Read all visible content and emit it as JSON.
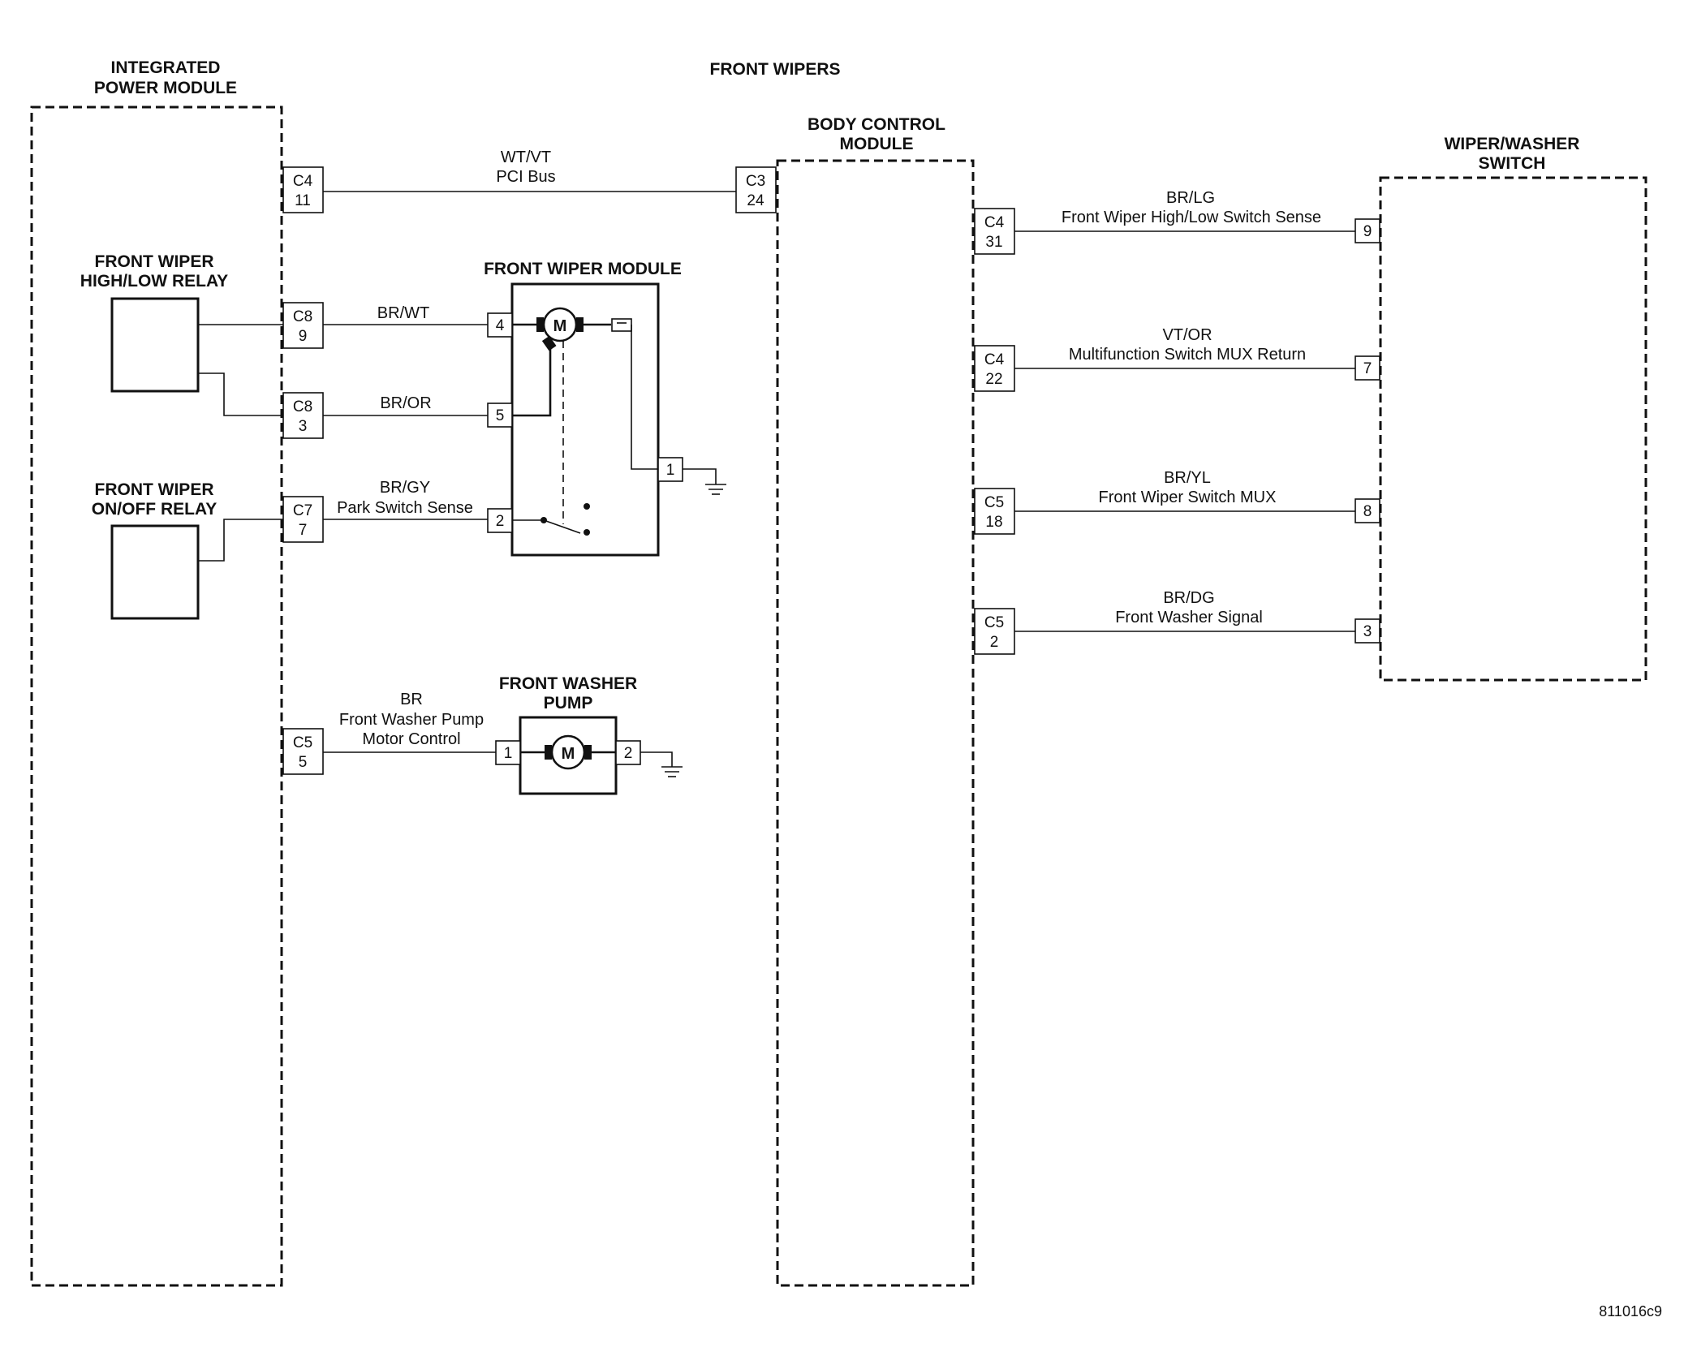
{
  "diagram": {
    "title": "FRONT WIPERS",
    "figure_id": "811016c9"
  },
  "modules": {
    "ipm": {
      "line1": "INTEGRATED",
      "line2": "POWER MODULE"
    },
    "bcm": {
      "line1": "BODY CONTROL",
      "line2": "MODULE"
    },
    "switch": {
      "line1": "WIPER/WASHER",
      "line2": "SWITCH"
    },
    "wiper_module": {
      "label": "FRONT WIPER MODULE"
    },
    "washer_pump": {
      "line1": "FRONT WASHER",
      "line2": "PUMP"
    },
    "hilo_relay": {
      "line1": "FRONT WIPER",
      "line2": "HIGH/LOW RELAY"
    },
    "onoff_relay": {
      "line1": "FRONT WIPER",
      "line2": "ON/OFF RELAY"
    }
  },
  "motor_symbol": "M",
  "connectors": {
    "ipm_c4_11": {
      "conn": "C4",
      "pin": "11"
    },
    "ipm_c8_9": {
      "conn": "C8",
      "pin": "9"
    },
    "ipm_c8_3": {
      "conn": "C8",
      "pin": "3"
    },
    "ipm_c7_7": {
      "conn": "C7",
      "pin": "7"
    },
    "ipm_c5_5": {
      "conn": "C5",
      "pin": "5"
    },
    "bcm_c3_24": {
      "conn": "C3",
      "pin": "24"
    },
    "bcm_c4_31": {
      "conn": "C4",
      "pin": "31"
    },
    "bcm_c4_22": {
      "conn": "C4",
      "pin": "22"
    },
    "bcm_c5_18": {
      "conn": "C5",
      "pin": "18"
    },
    "bcm_c5_2": {
      "conn": "C5",
      "pin": "2"
    }
  },
  "pins": {
    "wm_4": "4",
    "wm_5": "5",
    "wm_2": "2",
    "wm_1": "1",
    "pump_1": "1",
    "pump_2": "2",
    "sw_9": "9",
    "sw_7": "7",
    "sw_8": "8",
    "sw_3": "3"
  },
  "wires": {
    "pci": {
      "color": "WT/VT",
      "circuit": "PCI Bus"
    },
    "br_wt": {
      "color": "BR/WT"
    },
    "br_or": {
      "color": "BR/OR"
    },
    "br_gy": {
      "color": "BR/GY",
      "circuit": "Park Switch Sense"
    },
    "br": {
      "color": "BR",
      "circuit_line1": "Front Washer Pump",
      "circuit_line2": "Motor Control"
    },
    "br_lg": {
      "color": "BR/LG",
      "circuit": "Front Wiper High/Low Switch Sense"
    },
    "vt_or": {
      "color": "VT/OR",
      "circuit": "Multifunction Switch MUX Return"
    },
    "br_yl": {
      "color": "BR/YL",
      "circuit": "Front Wiper Switch MUX"
    },
    "br_dg": {
      "color": "BR/DG",
      "circuit": "Front Washer Signal"
    }
  }
}
